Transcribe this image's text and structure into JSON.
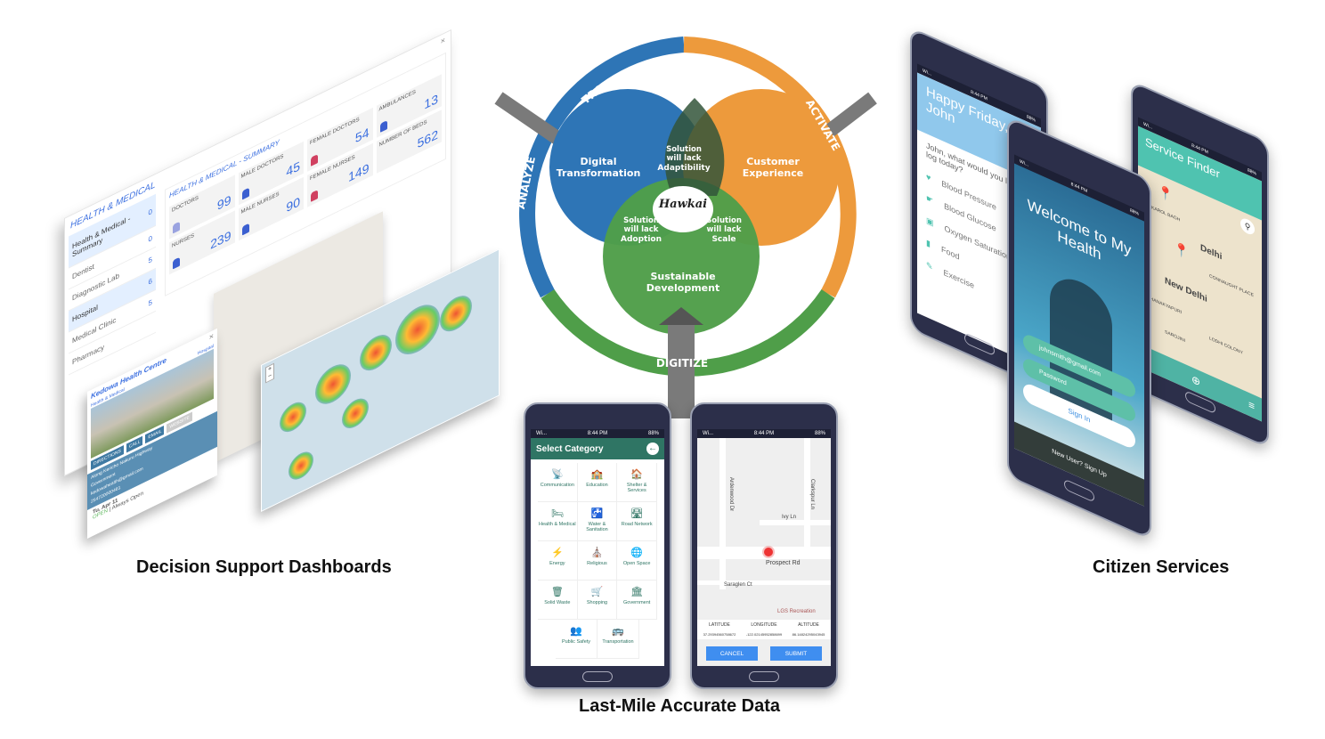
{
  "captions": {
    "left": "Decision Support Dashboards",
    "center": "Last-Mile Accurate Data",
    "right": "Citizen Services"
  },
  "diagram": {
    "ring_labels": {
      "transform": "TRANSFORM",
      "activate": "ACTIVATE",
      "digitize": "DIGITIZE",
      "analyze": "ANALYZE"
    },
    "circles": {
      "digital": "Digital Transformation",
      "customer": "Customer Experience",
      "sustainable": "Sustainable Development"
    },
    "overlaps": {
      "top": [
        "Solution",
        "will lack",
        "Adaptibility"
      ],
      "left": [
        "Solution",
        "will lack",
        "Adoption"
      ],
      "right": [
        "Solution",
        "will lack",
        "Scale"
      ]
    },
    "logo": "Hawkai",
    "colors": {
      "blue": "#2e75b6",
      "orange": "#ed9a3c",
      "green": "#4f9e49",
      "arrow": "#7a7a7a"
    }
  },
  "dashboard": {
    "title": "HEALTH & MEDICAL",
    "summary_title": "HEALTH & MEDICAL - SUMMARY",
    "sidebar": [
      {
        "label": "Health & Medical - Summary",
        "count": "0"
      },
      {
        "label": "Dentist",
        "count": "0"
      },
      {
        "label": "Diagnostic Lab",
        "count": "5"
      },
      {
        "label": "Hospital",
        "count": "6"
      },
      {
        "label": "Medical Clinic",
        "count": "5"
      },
      {
        "label": "Pharmacy",
        "count": ""
      }
    ],
    "stats": [
      {
        "label": "DOCTORS",
        "value": "99"
      },
      {
        "label": "MALE DOCTORS",
        "value": "45"
      },
      {
        "label": "FEMALE DOCTORS",
        "value": "54"
      },
      {
        "label": "AMBULANCES",
        "value": "13"
      },
      {
        "label": "NURSES",
        "value": "239"
      },
      {
        "label": "MALE NURSES",
        "value": "90"
      },
      {
        "label": "FEMALE NURSES",
        "value": "149"
      },
      {
        "label": "NUMBER OF BEDS",
        "value": "562"
      }
    ],
    "popup": {
      "name": "Kedowa Health Centre",
      "category": "Health & Medical",
      "type": "Hospital",
      "buttons": [
        "DIRECTIONS",
        "CALL",
        "EMAIL",
        "WEBSITE"
      ],
      "rows": [
        "Along Kericho Nakuru Highway",
        "Government",
        "kedowahealth@gmail.com",
        "254720000461"
      ],
      "day": "Tu, Apr 11",
      "open": "OPEN",
      "hours": "| Always Open"
    }
  },
  "status": {
    "carrier": "Wi...",
    "time": "8:44 PM",
    "battery": "88%"
  },
  "category_phone": {
    "title": "Select Category",
    "categories": [
      "Communication",
      "Education",
      "Shelter & Services",
      "Health & Medical",
      "Water & Sanitation",
      "Road Network",
      "Energy",
      "Religious",
      "Open Space",
      "Solid Waste",
      "Shopping",
      "Government"
    ],
    "last_row": [
      "Public Safety",
      "Transportation"
    ],
    "icons": [
      "📡",
      "🏫",
      "🏠",
      "🛏",
      "🚰",
      "🛣",
      "⚡",
      "⛪",
      "🌐",
      "🗑",
      "🛒",
      "🏛",
      "👥",
      "🚌"
    ]
  },
  "map_phone": {
    "streets": [
      "Ardenwood Dr",
      "Clarkspur Ln",
      "Ivy Ln",
      "Prospect Rd",
      "Saraglen Ct",
      "LGS Recreation"
    ],
    "headers": [
      "LATITUDE",
      "LONGITUDE",
      "ALTITUDE"
    ],
    "values": [
      "37.29394560758672",
      "-122.02145952858699",
      "86.14824295043945"
    ],
    "cancel": "CANCEL",
    "submit": "SUBMIT"
  },
  "health_phone": {
    "greeting": "Happy Friday, John",
    "prompt": "John, what would you like to log today?",
    "items": [
      "Blood Pressure",
      "Blood Glucose",
      "Oxygen Saturation",
      "Food",
      "Exercise"
    ]
  },
  "login_phone": {
    "welcome": "Welcome to My Health",
    "email": "johnsmith@gmail.com",
    "password": "Password",
    "sign_in": "Sign In",
    "sign_up": "New User? Sign Up"
  },
  "finder_phone": {
    "title": "Service Finder",
    "places": [
      "Delhi",
      "New Delhi",
      "KAROL BAGH",
      "CONNAUGHT PLACE",
      "CHANAKYAPURI",
      "LODHI COLONY",
      "SAROJINI"
    ]
  }
}
